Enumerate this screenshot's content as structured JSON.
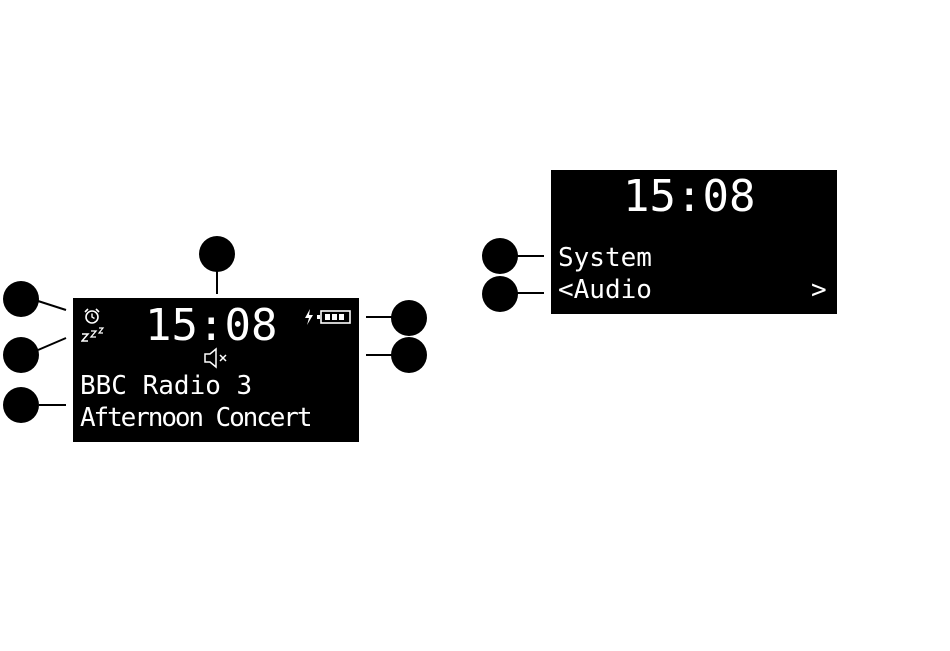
{
  "screen1": {
    "time": "15:08",
    "line1": "BBC Radio 3",
    "line2": "Afternoon Concert",
    "icons": [
      "alarm-icon",
      "snooze-icon",
      "mute-icon",
      "charging-icon",
      "battery-icon"
    ]
  },
  "screen2": {
    "time": "15:08",
    "menu_title": "System",
    "menu_item": "<Audio",
    "next_arrow": ">"
  }
}
